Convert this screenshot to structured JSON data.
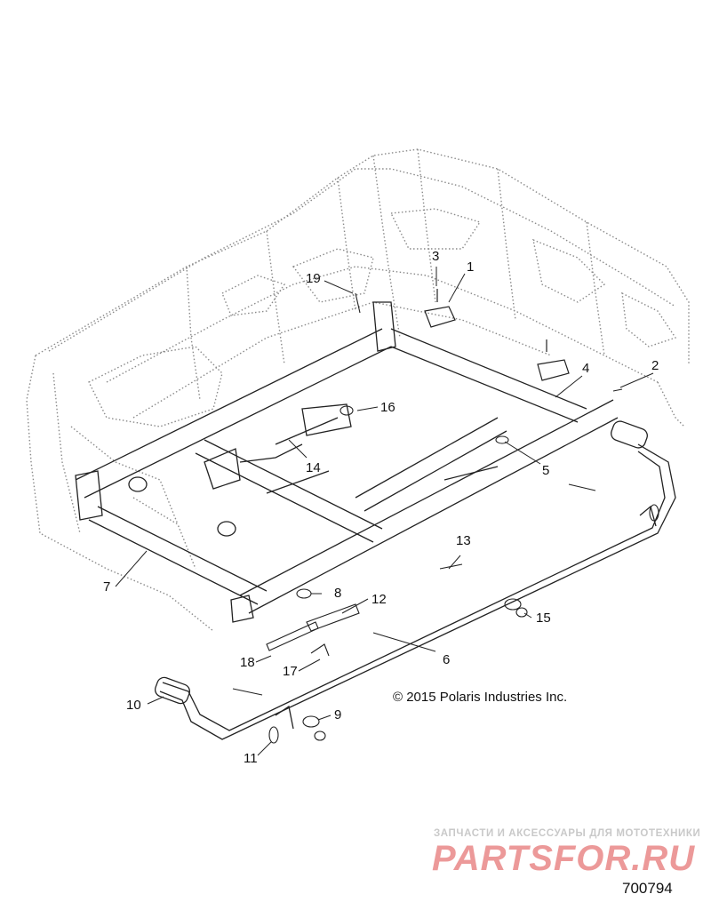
{
  "callouts": [
    {
      "id": "c1",
      "label": "1"
    },
    {
      "id": "c2",
      "label": "2"
    },
    {
      "id": "c3",
      "label": "3"
    },
    {
      "id": "c4",
      "label": "4"
    },
    {
      "id": "c5",
      "label": "5"
    },
    {
      "id": "c6",
      "label": "6"
    },
    {
      "id": "c7",
      "label": "7"
    },
    {
      "id": "c8",
      "label": "8"
    },
    {
      "id": "c9",
      "label": "9"
    },
    {
      "id": "c10",
      "label": "10"
    },
    {
      "id": "c11",
      "label": "11"
    },
    {
      "id": "c12",
      "label": "12"
    },
    {
      "id": "c13",
      "label": "13"
    },
    {
      "id": "c14",
      "label": "14"
    },
    {
      "id": "c15",
      "label": "15"
    },
    {
      "id": "c16",
      "label": "16"
    },
    {
      "id": "c17",
      "label": "17"
    },
    {
      "id": "c18",
      "label": "18"
    },
    {
      "id": "c19",
      "label": "19"
    }
  ],
  "copyright": "© 2015 Polaris Industries Inc.",
  "watermark": {
    "subtitle": "ЗАПЧАСТИ И АКСЕССУАРЫ ДЛЯ МОТОТЕХНИКИ",
    "logo": "PARTSFOR.RU"
  },
  "figure_number": "700794",
  "colors": {
    "line": "#222222",
    "ghost": "#8a8a8a",
    "watermark": "#d84a4a"
  }
}
